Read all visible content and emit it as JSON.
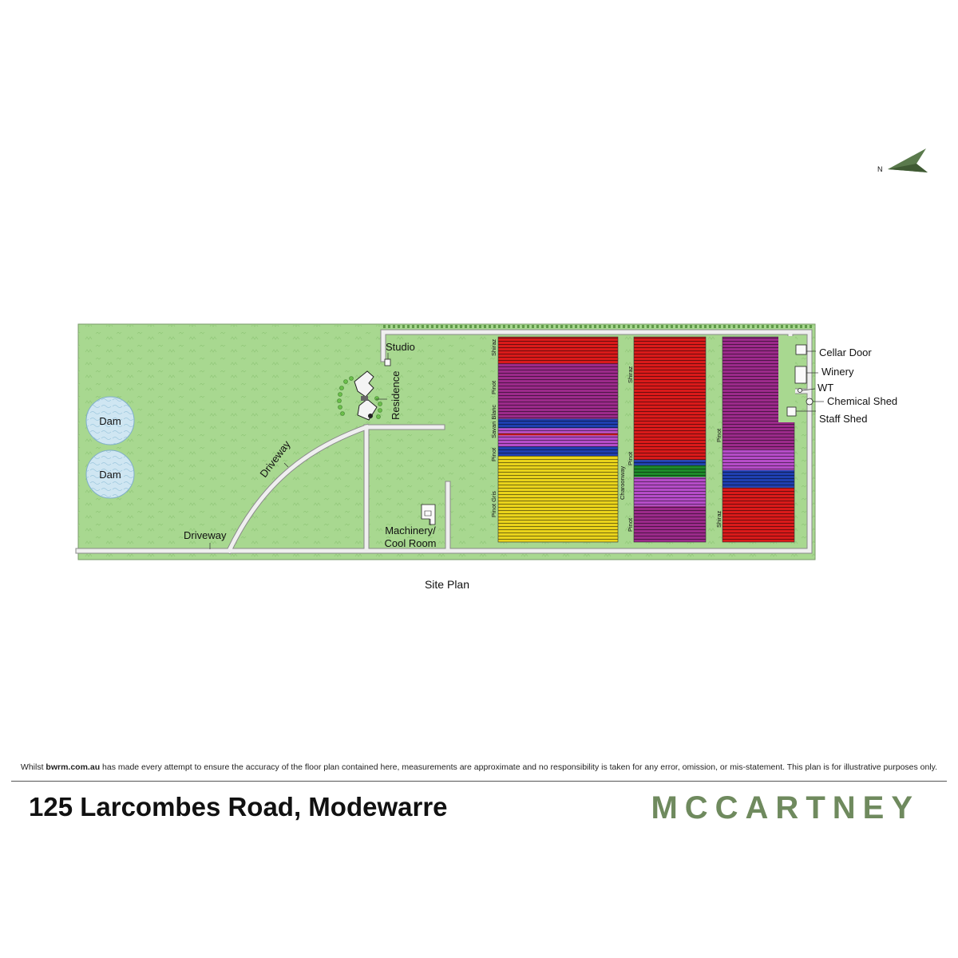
{
  "plan": {
    "caption": "Site Plan",
    "north_letter": "N",
    "labels": {
      "studio": "Studio",
      "residence": "Residence",
      "dam1": "Dam",
      "dam2": "Dam",
      "driveway_diag": "Driveway",
      "driveway_bottom": "Driveway",
      "machinery_1": "Machinery/",
      "machinery_2": "Cool Room",
      "cellar_door": "Cellar Door",
      "winery": "Winery",
      "wt": "WT",
      "chemical_shed": "Chemical Shed",
      "staff_shed": "Staff Shed"
    },
    "blocks": [
      {
        "name": "block-1",
        "labels": [
          "Shiraz",
          "Pinot",
          "Savan Blanc",
          "Pinot",
          "Pinot Gris"
        ],
        "bands": [
          {
            "variety": "Shiraz",
            "color": "#d91a1a",
            "share": 0.13
          },
          {
            "variety": "Pinot",
            "color": "#9b2a8a",
            "share": 0.27
          },
          {
            "variety": "Sauvignon",
            "color": "#1f3fb0",
            "share": 0.045
          },
          {
            "variety": "Pinot",
            "color": "#b54cc8",
            "share": 0.025
          },
          {
            "variety": "Shiraz",
            "color": "#d91a1a",
            "share": 0.01
          },
          {
            "variety": "Pinot",
            "color": "#b54cc8",
            "share": 0.055
          },
          {
            "variety": "Sauvignon",
            "color": "#1f3fb0",
            "share": 0.045
          },
          {
            "variety": "Pinot Gris",
            "color": "#e9d31b",
            "share": 0.42
          }
        ]
      },
      {
        "name": "block-2",
        "labels": [
          "Shiraz",
          "Pinot",
          "Charoonway",
          "Pinot"
        ],
        "bands": [
          {
            "variety": "Shiraz",
            "color": "#d91a1a",
            "share": 0.6
          },
          {
            "variety": "Pinot",
            "color": "#1f3fb0",
            "share": 0.026
          },
          {
            "variety": "Chardonnay",
            "color": "#1e8a2a",
            "share": 0.058
          },
          {
            "variety": "Pinot",
            "color": "#b54cc8",
            "share": 0.14
          },
          {
            "variety": "Pinot",
            "color": "#9b2a8a",
            "share": 0.176
          }
        ]
      },
      {
        "name": "block-3",
        "labels": [
          "Pinot",
          "Shiraz"
        ],
        "bands": [
          {
            "variety": "Pinot",
            "color": "#9b2a8a",
            "share": 0.55
          },
          {
            "variety": "Pinot",
            "color": "#b54cc8",
            "share": 0.1
          },
          {
            "variety": "Sauvignon",
            "color": "#1f3fb0",
            "share": 0.085
          },
          {
            "variety": "Shiraz",
            "color": "#d91a1a",
            "share": 0.265
          }
        ]
      }
    ],
    "colors": {
      "land": "#a8d890",
      "track": "#efefef",
      "dam": "#cfe6f2",
      "north": "#5a7a4c"
    }
  },
  "footer": {
    "disclaimer_prefix": "Whilst ",
    "disclaimer_site": "bwrm.com.au",
    "disclaimer_rest": " has made every attempt to ensure the accuracy of the floor plan contained here, measurements are approximate and no responsibility is taken for any error, omission, or mis-statement. This plan is for illustrative purposes only.",
    "address": "125 Larcombes Road, Modewarre",
    "brand": "MCCARTNEY"
  }
}
